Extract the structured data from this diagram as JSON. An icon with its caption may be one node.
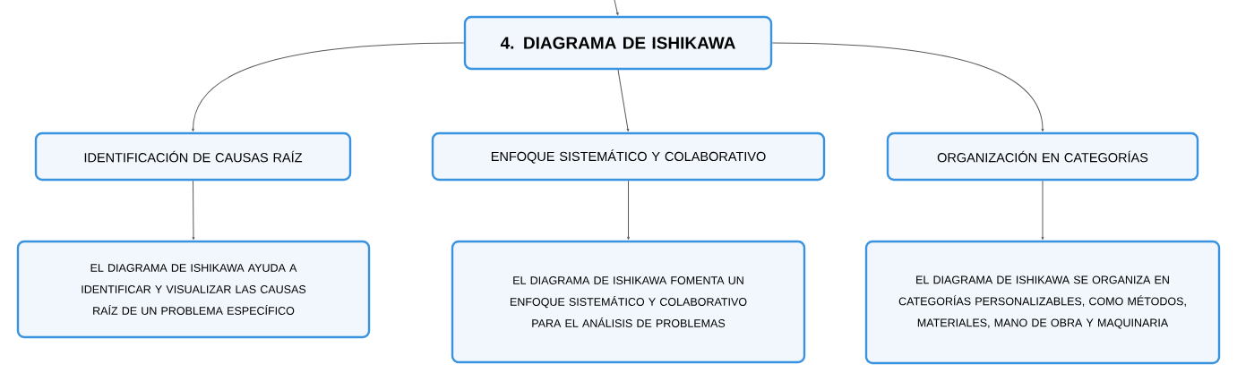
{
  "diagram": {
    "nodes": [
      {
        "text": [
          "4. DIAGRAMA DE ISHIKAWA"
        ]
      },
      {
        "text": [
          "IDENTIFICACIÓN DE CAUSAS RAÍZ"
        ]
      },
      {
        "text": [
          "ENFOQUE SISTEMÁTICO Y COLABORATIVO"
        ]
      },
      {
        "text": [
          "ORGANIZACIÓN EN CATEGORÍAS"
        ]
      },
      {
        "text": [
          "EL DIAGRAMA DE ISHIKAWA AYUDA A IDENTIFICAR Y VISUALIZAR LAS CAUSAS RAÍZ DE UN PROBLEMA ESPECÍFICO"
        ]
      },
      {
        "text": [
          "EL DIAGRAMA DE ISHIKAWA FOMENTA UN ENFOQUE SISTEMÁTICO Y COLABORATIVO PARA EL ANÁLISIS DE PROBLEMAS"
        ]
      },
      {
        "text": [
          "EL DIAGRAMA DE ISHIKAWA SE ORGANIZA EN CATEGORÍAS PERSONALIZABLES, COMO MÉTODOS, MATERIALES, MANO DE OBRA Y MAQUINARIA"
        ]
      }
    ],
    "edges": [
      {
        "from": null,
        "to": 0,
        "arrow": "to"
      },
      {
        "from": 0,
        "to": 1,
        "arrow": "to"
      },
      {
        "from": 0,
        "to": 2,
        "arrow": "to"
      },
      {
        "from": 0,
        "to": 3,
        "arrow": "to"
      },
      {
        "from": 1,
        "to": 4,
        "arrow": "to"
      },
      {
        "from": 2,
        "to": 5,
        "arrow": "to"
      },
      {
        "from": 3,
        "to": 6,
        "arrow": "to"
      }
    ]
  }
}
